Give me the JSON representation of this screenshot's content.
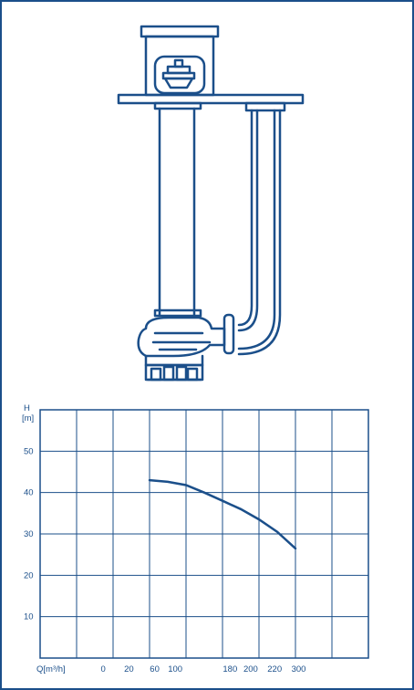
{
  "colors": {
    "line": "#1b4f8a",
    "background": "#ffffff"
  },
  "pump_illustration": {
    "icon": "vertical-sump-pump-drawing"
  },
  "chart_data": {
    "type": "line",
    "title": "",
    "ylabel": "H",
    "yunit": "[m]",
    "xlabel": "Q[m³/h]",
    "x_tick_labels": [
      "0",
      "20",
      "60",
      "100",
      "180",
      "200",
      "220",
      "300"
    ],
    "y_tick_labels": [
      "10",
      "20",
      "30",
      "40",
      "50"
    ],
    "ylim": [
      0,
      60
    ],
    "grid": true,
    "series": [
      {
        "x_index": [
          3,
          3.5,
          4,
          4.5,
          5,
          5.5,
          6,
          6.5,
          7
        ],
        "values": [
          43,
          42.6,
          41.8,
          40,
          38,
          36,
          33.5,
          30.5,
          26.5
        ]
      }
    ]
  }
}
